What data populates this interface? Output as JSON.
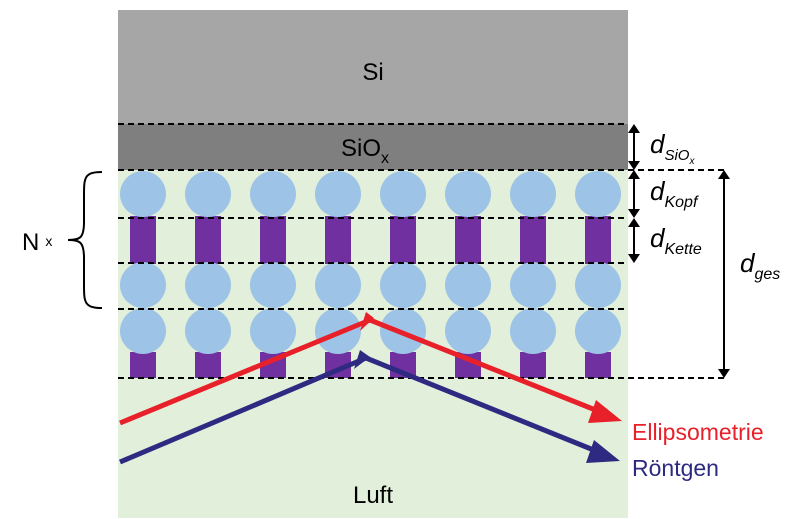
{
  "layers": {
    "si": "Si",
    "siox_base": "SiO",
    "siox_sub": "x",
    "luft": "Luft"
  },
  "dimensions": {
    "d_siox_d": "d",
    "d_siox_sub": "SiO",
    "d_siox_subsub": "x",
    "d_kopf_d": "d",
    "d_kopf_sub": "Kopf",
    "d_kette_d": "d",
    "d_kette_sub": "Kette",
    "d_ges_d": "d",
    "d_ges_sub": "ges"
  },
  "repeat": {
    "n": "N",
    "x": "x"
  },
  "beams": {
    "ellipsometrie": "Ellipsometrie",
    "roentgen": "Röntgen"
  },
  "colors": {
    "si": "#a6a6a6",
    "siox": "#7f7f7f",
    "film_bg": "#e2efda",
    "head": "#9dc3e6",
    "chain": "#7030a0",
    "red_beam": "#e8202a",
    "blue_beam": "#2e2a82"
  }
}
